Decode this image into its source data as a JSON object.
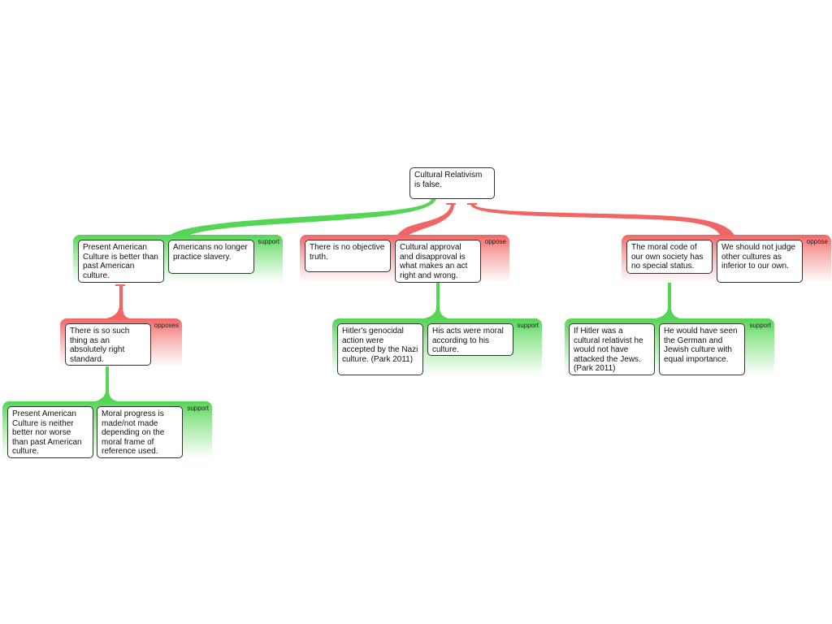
{
  "root": {
    "text": "Cultural Relativism is false."
  },
  "groups": [
    {
      "relation": "support",
      "reasons": [
        {
          "text": "Present American Culture is better than past American culture."
        },
        {
          "text": "Americans no longer practice slavery."
        }
      ]
    },
    {
      "relation": "oppose",
      "reasons": [
        {
          "text": "There is no objective truth."
        },
        {
          "text": "Cultural approval and disapproval is what makes an act right and wrong."
        }
      ]
    },
    {
      "relation": "oppose",
      "reasons": [
        {
          "text": "The moral code of our own society has no special status."
        },
        {
          "text": "We should not judge other cultures as inferior to our own."
        }
      ]
    },
    {
      "relation": "opposes",
      "reasons": [
        {
          "text": "There is so such thing as an absolutely right standard."
        }
      ]
    },
    {
      "relation": "support",
      "reasons": [
        {
          "text": "Present American Culture is neither better nor worse than past American culture."
        },
        {
          "text": "Moral progress is made/not made depending on the moral frame of reference used."
        }
      ]
    },
    {
      "relation": "support",
      "reasons": [
        {
          "text": "Hitler's genocidal action were accepted by the Nazi culture. (Park 2011)"
        },
        {
          "text": "His acts were moral according to his culture."
        }
      ]
    },
    {
      "relation": "support",
      "reasons": [
        {
          "text": "If Hitler was a cultural relativist he would not have attacked the Jews. (Park 2011)"
        },
        {
          "text": "He would have seen the German and Jewish culture with equal importance."
        }
      ]
    }
  ],
  "colors": {
    "support": "#55d455",
    "oppose": "#f26565"
  }
}
